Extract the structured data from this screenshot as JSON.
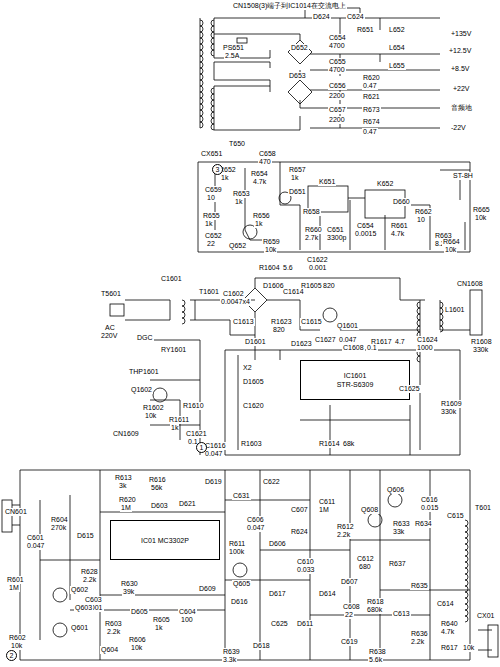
{
  "diagram": {
    "nodes": [
      {
        "text": [
          "IC1601",
          "STR-S6309"
        ]
      },
      {
        "text": [
          "IC01 MC3302P"
        ]
      }
    ],
    "labels": [
      "CN1508(3)端子到IC1014在交流电上",
      "D624",
      "C624",
      "PS651",
      "2.5A",
      "D652",
      "C654",
      "4700",
      "R651",
      "L652",
      "+135V",
      "L654",
      "+12.5V",
      "C655",
      "4700",
      "L655",
      "+8.5V",
      "D653",
      "C656",
      "2200",
      "R620",
      "0.47",
      "R621",
      "+22V",
      "C657",
      "2200",
      "R673",
      "R674",
      "0.47",
      "音频地",
      "-22V",
      "T650",
      "CX651",
      "R652",
      "1k",
      "C658",
      "470",
      "R654",
      "4.7k",
      "R657",
      "1k",
      "D651",
      "K651",
      "K652",
      "C659",
      "10",
      "R653",
      "1k",
      "R658",
      "R655",
      "1k",
      "R656",
      "1k",
      "C652",
      "22",
      "Q652",
      "R659",
      "10k",
      "R660",
      "2.7k",
      "C651",
      "3300p",
      "C654",
      "0.0015",
      "R661",
      "4.7k",
      "R662",
      "10",
      "D660",
      "R663",
      "8.2k",
      "ST-8H",
      "R665",
      "10k",
      "R664",
      "10k",
      "3",
      "R1604",
      "5.6",
      "C1622",
      "0.001",
      "D1606",
      "R1605",
      "820",
      "T5601",
      "T1601",
      "C1601",
      "AC",
      "220V",
      "C1602",
      "0.0047x4",
      "C1614",
      "C1613",
      "C1615",
      "D1601",
      "R1623",
      "820",
      "D1623",
      "Q1601",
      "C1627",
      "0.047",
      "R1617",
      "4.7",
      "C1608",
      "0.1",
      "C1624",
      "1000",
      "L1601",
      "CN1608",
      "R1608",
      "330k",
      "D1605",
      "X2",
      "DGC",
      "RY1601",
      "THP1601",
      "Q1602",
      "R1602",
      "10k",
      "R1610",
      "R1611",
      "1k",
      "CN1609",
      "C1621",
      "0.1",
      "C1616",
      "0.047",
      "R1603",
      "C1620",
      "R1614",
      "68k",
      "R1609",
      "330k",
      "C1625",
      "1",
      "CN601",
      "C601",
      "0.047",
      "R604",
      "270k",
      "D615",
      "R601",
      "1M",
      "Q602",
      "Q601",
      "R602",
      "10k",
      "R628",
      "2.2k",
      "R620",
      "1M",
      "D603",
      "C603",
      "0.001",
      "R630",
      "39k",
      "R613",
      "3k",
      "R616",
      "56k",
      "D621",
      "D619",
      "C631",
      "Q603",
      "R603",
      "2.2k",
      "Q604",
      "D605",
      "R605",
      "1k",
      "C604",
      "100",
      "R606",
      "10k",
      "Q605",
      "C606",
      "0.047",
      "D606",
      "D617",
      "C607",
      "R624",
      "C610",
      "0.033",
      "D614",
      "C611",
      "1M",
      "R612",
      "2.2k",
      "Q608",
      "Q606",
      "R633",
      "33k",
      "R634",
      "C612",
      "680",
      "R637",
      "D607",
      "R635",
      "C616",
      "0.015",
      "C615",
      "T601",
      "R611",
      "100k",
      "C622",
      "C625",
      "D609",
      "D616",
      "D618",
      "D611",
      "C608",
      "22",
      "R618",
      "680k",
      "C613",
      "C614",
      "R636",
      "2.2k",
      "R640",
      "4.7k",
      "R617",
      "10k",
      "R638",
      "5.6k",
      "C619",
      "R639",
      "3.3k",
      "CX01",
      "2"
    ]
  }
}
